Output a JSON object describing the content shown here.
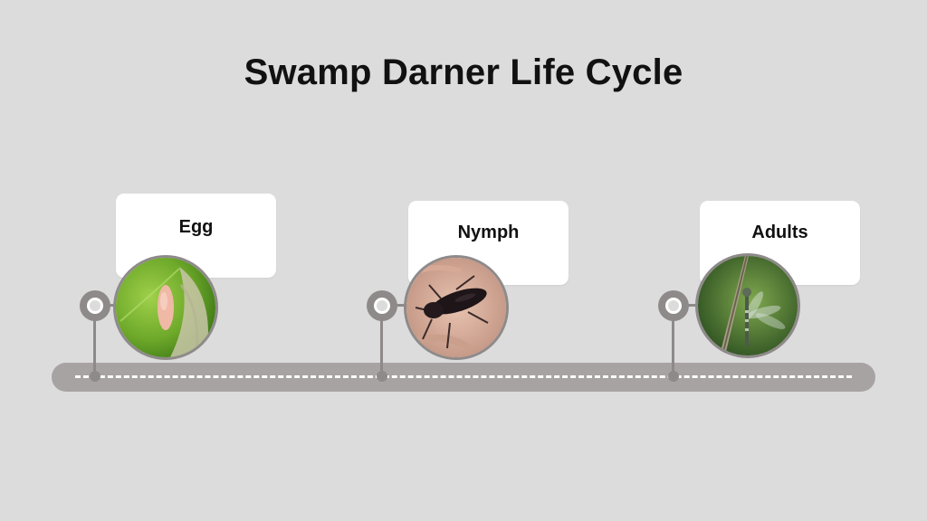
{
  "title": "Swamp Darner Life Cycle",
  "stages": [
    {
      "label": "Egg",
      "icon": "egg-photo-icon"
    },
    {
      "label": "Nymph",
      "icon": "nymph-photo-icon"
    },
    {
      "label": "Adults",
      "icon": "dragonfly-photo-icon"
    }
  ],
  "colors": {
    "background": "#dcdcdc",
    "track": "#a8a3a3",
    "node": "#8f8a8a",
    "card": "#ffffff"
  }
}
